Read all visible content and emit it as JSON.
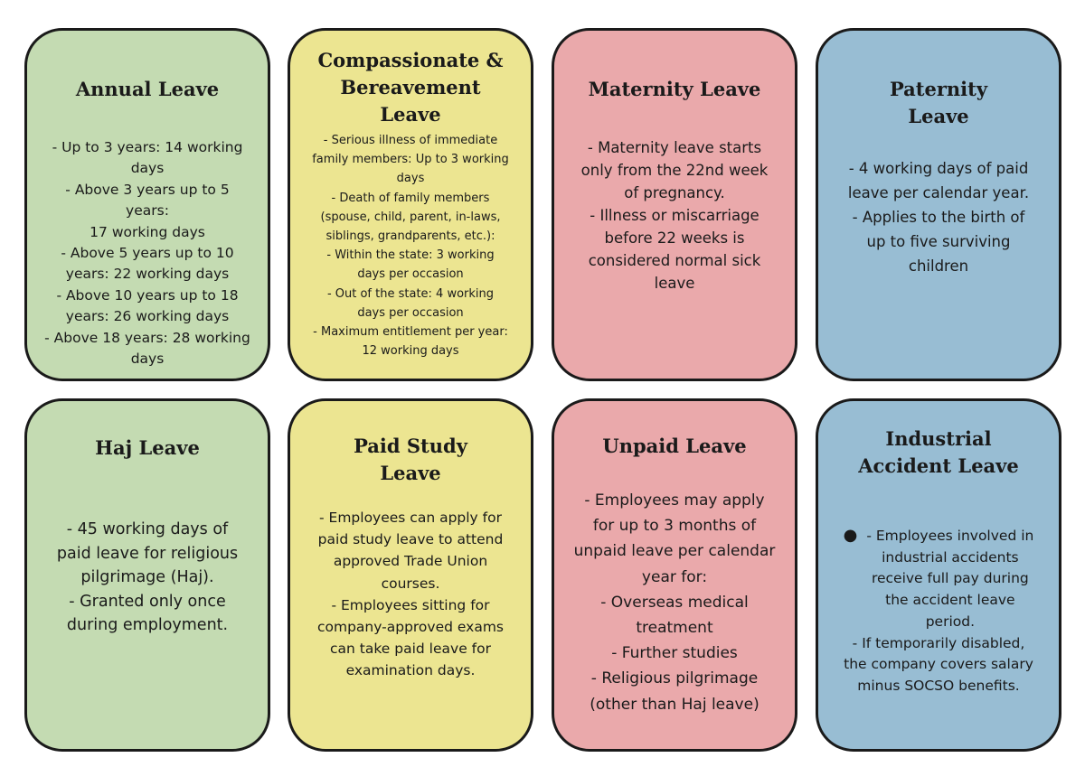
{
  "cards": [
    {
      "title": [
        "Annual Leave"
      ],
      "lines": [
        "- Up to 3 years: 14 working",
        "days",
        "- Above 3 years up to 5 years:",
        "17 working days",
        "- Above 5 years up to 10",
        "years: 22 working days",
        "- Above 10 years up to 18",
        "years: 26 working days",
        "- Above 18 years: 28 working",
        "days"
      ]
    },
    {
      "title": [
        "Compassionate &",
        "Bereavement",
        "Leave"
      ],
      "lines": [
        "- Serious illness of immediate",
        "family members: Up to 3 working",
        "days",
        "- Death of family members",
        "(spouse, child, parent, in-laws,",
        "siblings, grandparents, etc.):",
        "- Within the state: 3 working",
        "days per occasion",
        "- Out of the state: 4 working",
        "days per occasion",
        "- Maximum entitlement per year:",
        "12 working days"
      ]
    },
    {
      "title": [
        "Maternity Leave"
      ],
      "lines": [
        "- Maternity leave starts",
        "only from the 22nd week",
        "of pregnancy.",
        "- Illness or miscarriage",
        "before 22 weeks is",
        "considered normal sick",
        "leave"
      ]
    },
    {
      "title": [
        "Paternity",
        "Leave"
      ],
      "lines": [
        "- 4 working days of paid",
        "leave per calendar year.",
        "- Applies to the birth of",
        "up to five surviving",
        "children"
      ]
    },
    {
      "title": [
        "Haj Leave"
      ],
      "lines": [
        "- 45 working days of",
        "paid leave for religious",
        "pilgrimage (Haj).",
        "- Granted only once",
        "during employment."
      ]
    },
    {
      "title": [
        "Paid Study",
        "Leave"
      ],
      "lines": [
        "- Employees can apply for",
        "paid study leave to attend",
        "approved Trade Union",
        "courses.",
        "- Employees sitting for",
        "company-approved exams",
        "can take paid leave for",
        "examination days."
      ]
    },
    {
      "title": [
        "Unpaid Leave"
      ],
      "lines": [
        "- Employees may apply",
        "for up to 3 months of",
        "unpaid leave per calendar",
        "year for:",
        "- Overseas medical",
        "treatment",
        "- Further studies",
        "- Religious pilgrimage",
        "(other than Haj leave)"
      ]
    },
    {
      "title": [
        "Industrial",
        "Accident Leave"
      ],
      "bullet": "●",
      "lines": [
        "- Employees involved in",
        "industrial accidents",
        "receive full pay during",
        "the accident leave",
        "period.",
        "- If temporarily disabled,",
        "the company covers salary",
        "minus SOCSO benefits."
      ]
    }
  ]
}
